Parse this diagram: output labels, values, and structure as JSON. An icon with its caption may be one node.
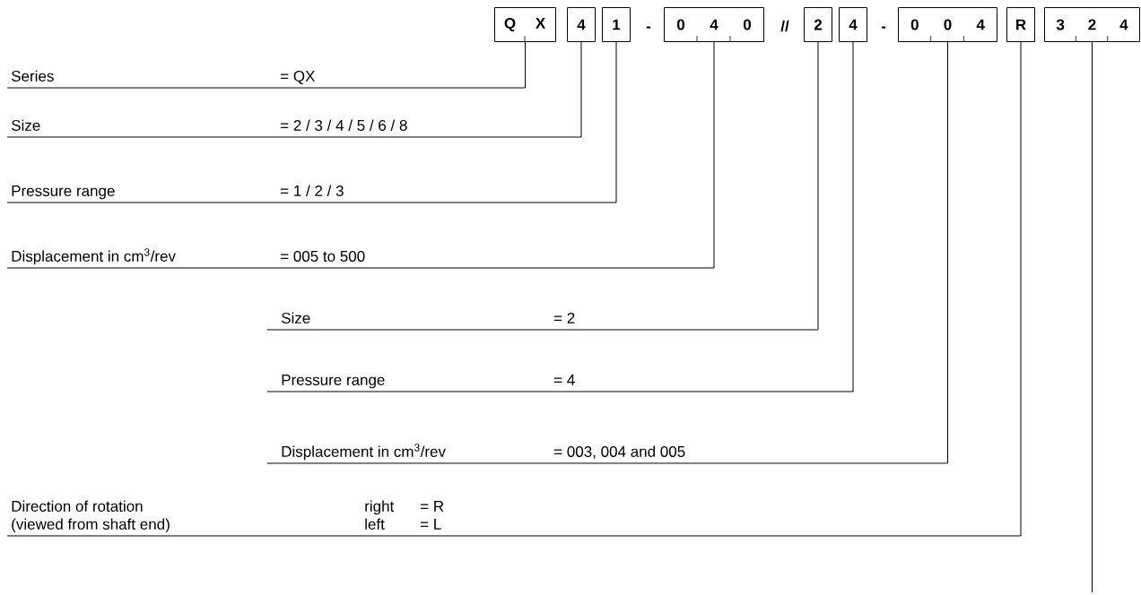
{
  "diagram": {
    "nodes": [
      {
        "text": [
          "Q",
          "X"
        ]
      },
      {
        "text": [
          "4"
        ]
      },
      {
        "text": [
          "1"
        ]
      },
      {
        "text": [
          "0",
          "4",
          "0"
        ]
      },
      {
        "text": [
          "2"
        ]
      },
      {
        "text": [
          "4"
        ]
      },
      {
        "text": [
          "0",
          "0",
          "4"
        ]
      },
      {
        "text": [
          "R"
        ]
      },
      {
        "text": [
          "3",
          "2",
          "4"
        ]
      },
      {
        "text": [
          "Series",
          "= QX"
        ]
      },
      {
        "text": [
          "Size",
          "= 2 / 3 / 4 / 5 / 6 / 8"
        ]
      },
      {
        "text": [
          "Pressure range",
          "= 1 / 2 / 3"
        ]
      },
      {
        "text": [
          "Displacement in cm$^{3}$/rev",
          "= 005 to 500"
        ]
      },
      {
        "text": [
          "Size",
          "= 2"
        ]
      },
      {
        "text": [
          "Pressure range",
          "= 4"
        ]
      },
      {
        "text": [
          "Displacement in cm$^{3}$/rev",
          "= 003, 004 and 005"
        ]
      },
      {
        "text": [
          "Direction of rotation (viewed from shaft end)",
          "right",
          "= R",
          "left",
          "= L"
        ]
      }
    ],
    "edges": [
      {
        "from": 9,
        "to": 0,
        "arrow": "none"
      },
      {
        "from": 10,
        "to": 1,
        "arrow": "none"
      },
      {
        "from": 11,
        "to": 2,
        "arrow": "none"
      },
      {
        "from": 12,
        "to": 3,
        "arrow": "none"
      },
      {
        "from": 13,
        "to": 4,
        "arrow": "none"
      },
      {
        "from": 14,
        "to": 5,
        "arrow": "none"
      },
      {
        "from": 15,
        "to": 6,
        "arrow": "none"
      },
      {
        "from": 16,
        "to": 7,
        "arrow": "none"
      },
      {
        "from": 8,
        "to": null,
        "arrow": "none"
      }
    ],
    "labels": [
      "-",
      "//",
      "-"
    ]
  }
}
